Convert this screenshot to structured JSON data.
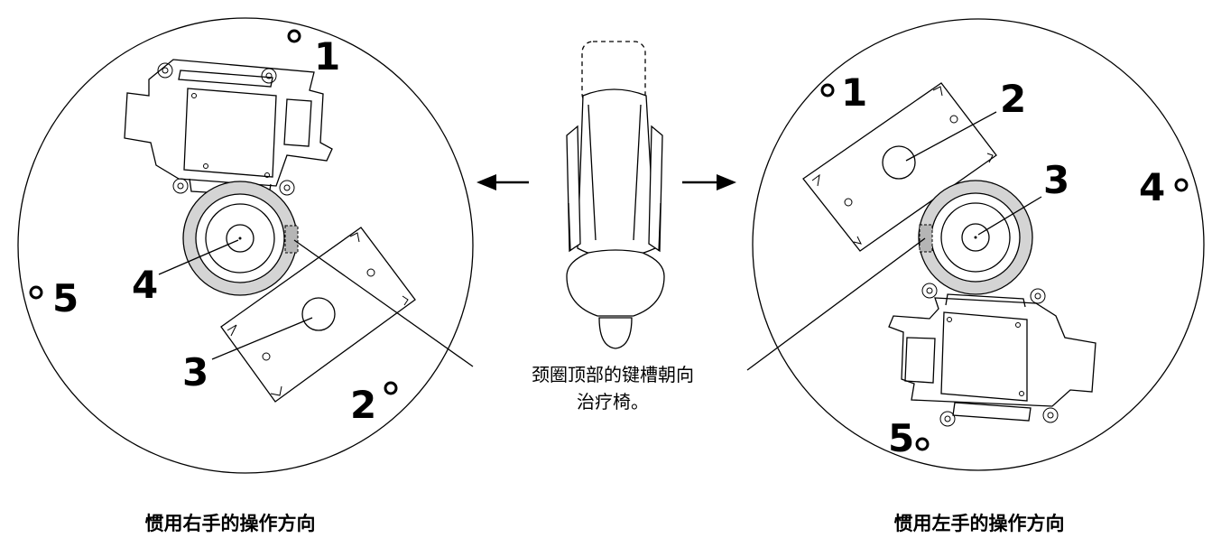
{
  "left_panel": {
    "callouts": [
      "1",
      "2",
      "3",
      "4",
      "5"
    ],
    "caption": "惯用右手的操作方向"
  },
  "right_panel": {
    "callouts": [
      "1",
      "2",
      "3",
      "4",
      "5"
    ],
    "caption": "惯用左手的操作方向"
  },
  "center_note": {
    "line1": "颈圈顶部的键槽朝向",
    "line2": "治疗椅。"
  },
  "colors": {
    "ink": "#000000",
    "collar_ring": "#d4d4d4",
    "keyslot": "#b5b5b5",
    "background": "#ffffff"
  }
}
